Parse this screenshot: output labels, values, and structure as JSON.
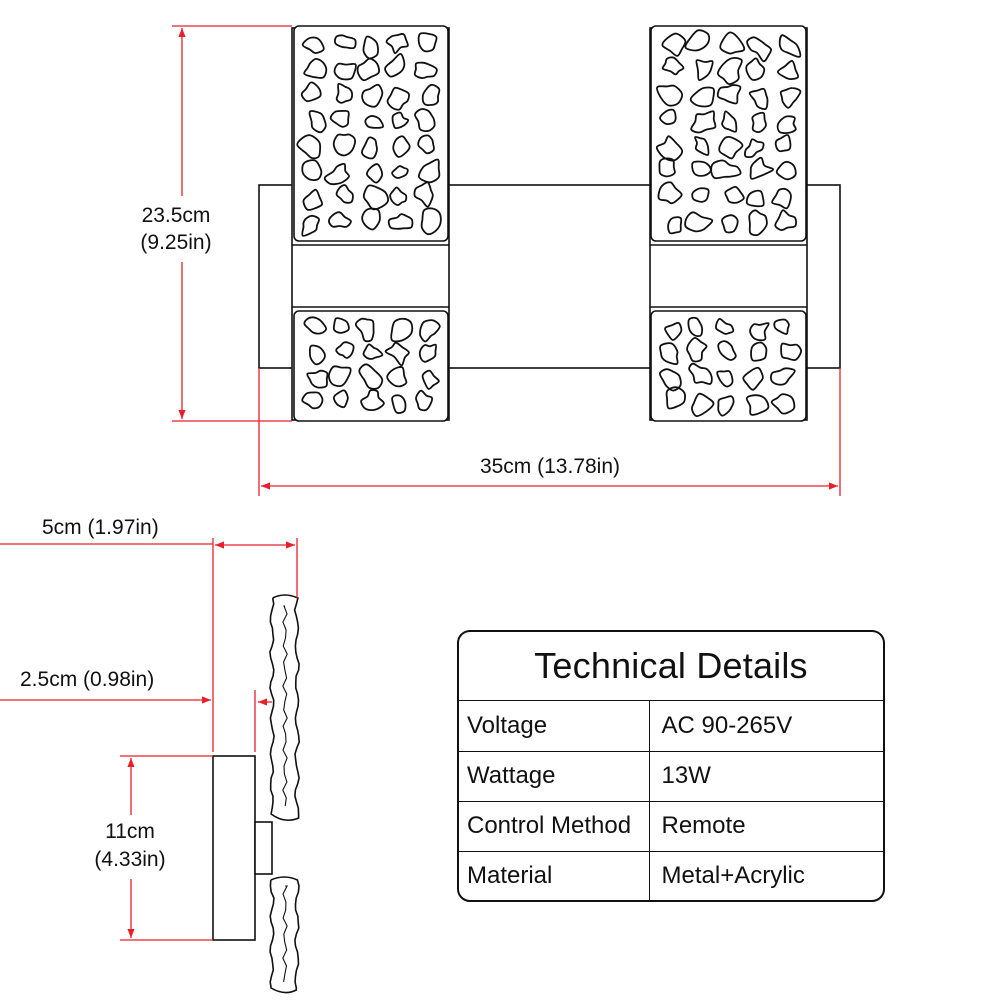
{
  "dimensions": {
    "height_front": {
      "metric": "23.5cm",
      "imperial": "(9.25in)"
    },
    "width_front": "35cm (13.78in)",
    "depth_total": "5cm (1.97in)",
    "depth_base": "2.5cm (0.98in)",
    "backplate_height": {
      "metric": "11cm",
      "imperial": "(4.33in)"
    }
  },
  "technical_details": {
    "title": "Technical Details",
    "rows": [
      {
        "label": "Voltage",
        "value": "AC 90-265V"
      },
      {
        "label": "Wattage",
        "value": "13W"
      },
      {
        "label": "Control Method",
        "value": "Remote"
      },
      {
        "label": "Material",
        "value": "Metal+Acrylic"
      }
    ]
  },
  "colors": {
    "dimension_line": "#e8202a",
    "outline": "#111111"
  }
}
